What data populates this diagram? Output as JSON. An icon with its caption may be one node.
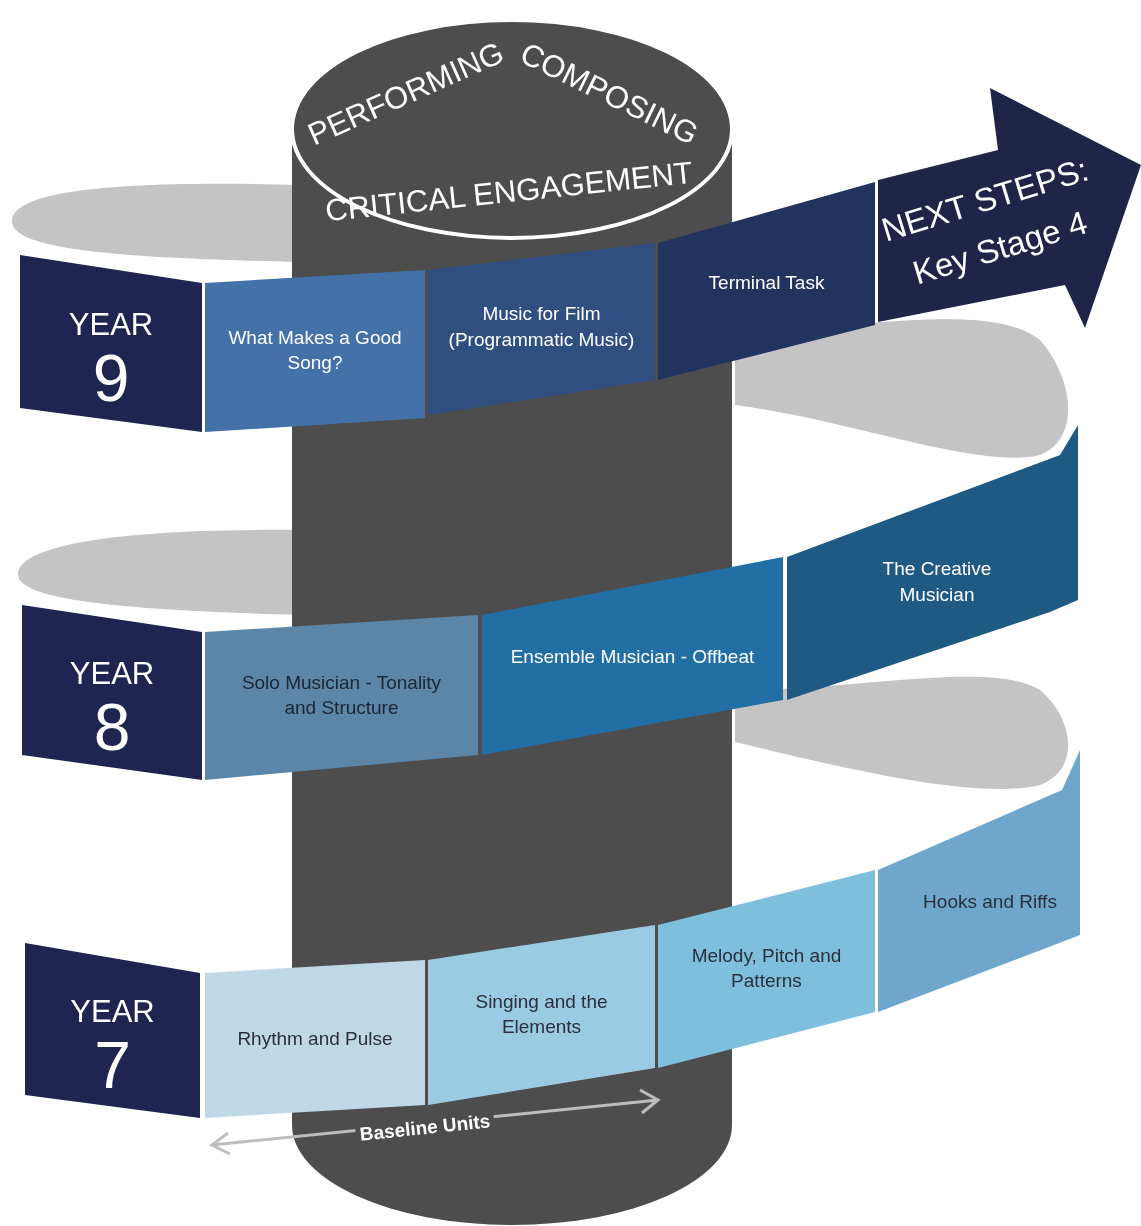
{
  "diagram": {
    "nodes": [
      {
        "text": [
          "PERFORMING",
          "COMPOSING",
          "CRITICAL ENGAGEMENT"
        ]
      },
      {
        "text": [
          "YEAR",
          "9"
        ]
      },
      {
        "text": [
          "What Makes a Good Song?"
        ]
      },
      {
        "text": [
          "Music for Film (Programmatic Music)"
        ]
      },
      {
        "text": [
          "Terminal Task"
        ]
      },
      {
        "text": [
          "NEXT STEPS:",
          "Key Stage 4"
        ]
      },
      {
        "text": [
          "YEAR",
          "8"
        ]
      },
      {
        "text": [
          "Solo Musician - Tonality and Structure"
        ]
      },
      {
        "text": [
          "Ensemble Musician - Offbeat"
        ]
      },
      {
        "text": [
          "The Creative Musician"
        ]
      },
      {
        "text": [
          "YEAR",
          "7"
        ]
      },
      {
        "text": [
          "Rhythm and Pulse"
        ]
      },
      {
        "text": [
          "Singing and the Elements"
        ]
      },
      {
        "text": [
          "Melody, Pitch and Patterns"
        ]
      },
      {
        "text": [
          "Hooks and Riffs"
        ]
      }
    ],
    "labels": [
      "Baseline Units"
    ]
  }
}
